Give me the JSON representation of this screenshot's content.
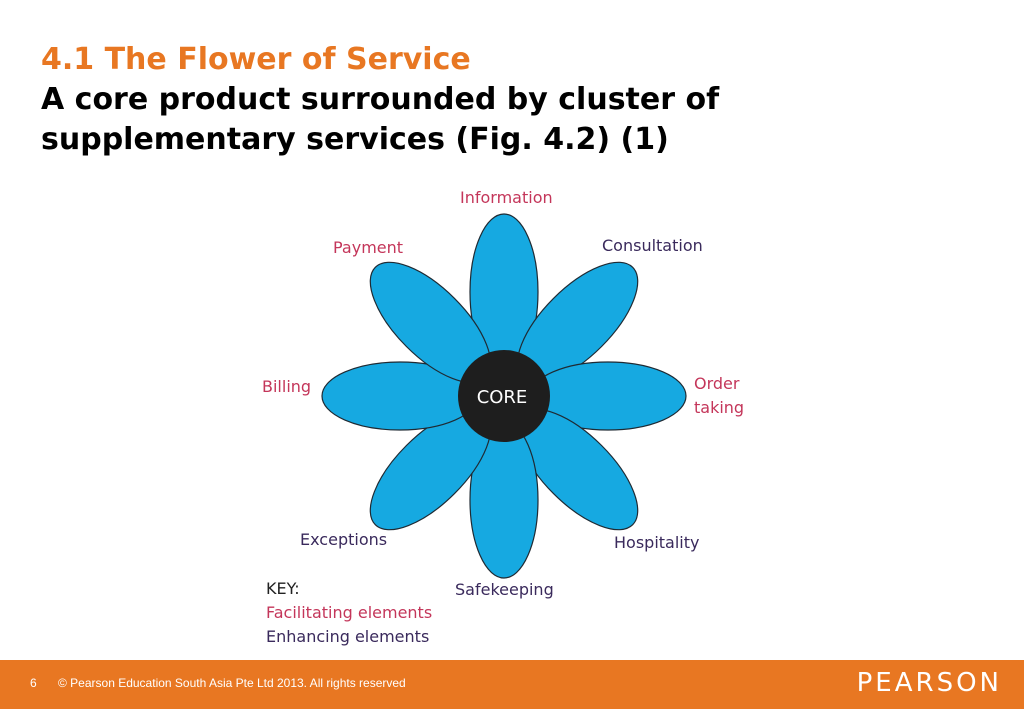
{
  "slide": {
    "title": "4.1 The Flower of Service",
    "subtitle_line1": "A core product surrounded by cluster of",
    "subtitle_line2": "supplementary services (Fig. 4.2) (1)"
  },
  "diagram": {
    "core_label": "CORE",
    "petals": [
      {
        "label": "Information",
        "type": "facilitating"
      },
      {
        "label": "Consultation",
        "type": "enhancing"
      },
      {
        "label": "Order",
        "label2": "taking",
        "type": "facilitating"
      },
      {
        "label": "Hospitality",
        "type": "enhancing"
      },
      {
        "label": "Safekeeping",
        "type": "enhancing"
      },
      {
        "label": "Exceptions",
        "type": "enhancing"
      },
      {
        "label": "Billing",
        "type": "facilitating"
      },
      {
        "label": "Payment",
        "type": "facilitating"
      }
    ],
    "key": {
      "title": "KEY:",
      "facilitating": "Facilitating elements",
      "enhancing": "Enhancing elements"
    },
    "colors": {
      "petal_fill": "#16A9E1",
      "petal_stroke": "#1F2A33",
      "core_fill": "#1E1E1E",
      "core_text": "#ffffff",
      "facilitating": "#C4365A",
      "enhancing": "#3A2A5C",
      "key_title": "#222222"
    }
  },
  "footer": {
    "slide_number": "6",
    "copyright": "© Pearson Education South Asia Pte Ltd 2013. All rights reserved",
    "brand": "PEARSON",
    "color": "#E87722"
  }
}
